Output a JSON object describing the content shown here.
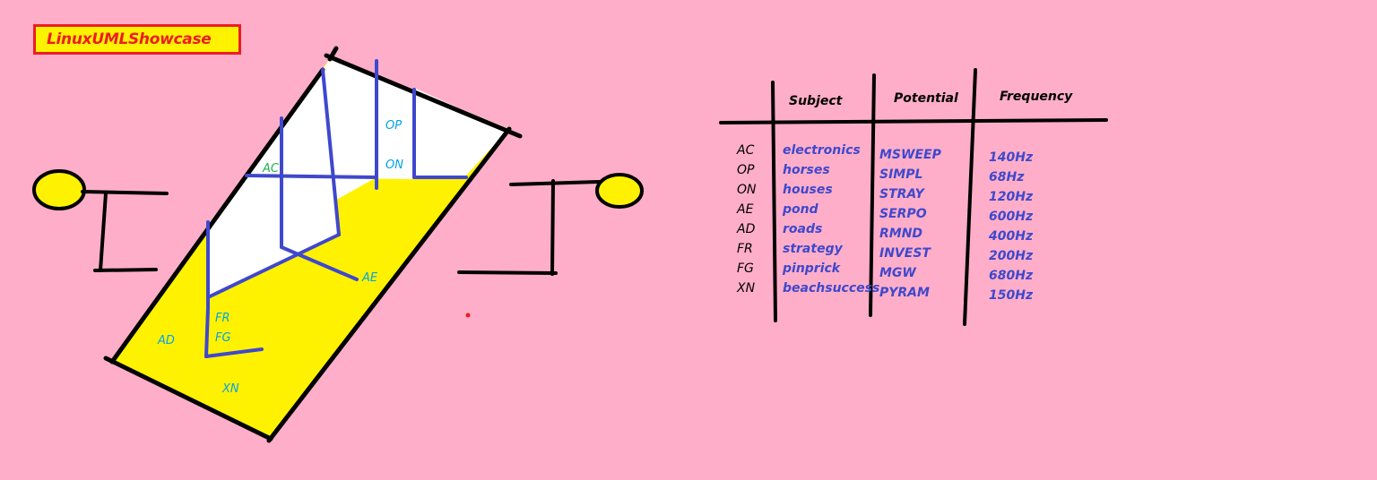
{
  "title": "LinuxUMLShowcase",
  "colors": {
    "background": "#ffaec9",
    "yellow": "#fff200",
    "white": "#ffffff",
    "blue_lines": "#3f48cc",
    "zone_label": "#00a2e8",
    "title_border": "#ed1c24"
  },
  "zones": {
    "AC": "AC",
    "OP": "OP",
    "ON": "ON",
    "AE": "AE",
    "FR": "FR",
    "FG": "FG",
    "AD": "AD",
    "XN": "XN"
  },
  "table": {
    "headers": {
      "subject": "Subject",
      "potential": "Potential",
      "frequency": "Frequency"
    },
    "rows": [
      {
        "code": "AC",
        "subject": "electronics",
        "potential": "MSWEEP",
        "frequency": "140Hz"
      },
      {
        "code": "OP",
        "subject": "horses",
        "potential": "SIMPL",
        "frequency": "68Hz"
      },
      {
        "code": "ON",
        "subject": "houses",
        "potential": "STRAY",
        "frequency": "120Hz"
      },
      {
        "code": "AE",
        "subject": "pond",
        "potential": "SERPO",
        "frequency": "600Hz"
      },
      {
        "code": "AD",
        "subject": "roads",
        "potential": "RMND",
        "frequency": "400Hz"
      },
      {
        "code": "FR",
        "subject": "strategy",
        "potential": "INVEST",
        "frequency": "200Hz"
      },
      {
        "code": "FG",
        "subject": "pinprick",
        "potential": "MGW",
        "frequency": "680Hz"
      },
      {
        "code": "XN",
        "subject": "beachsuccess",
        "potential": "PYRAM",
        "frequency": "150Hz"
      }
    ]
  }
}
